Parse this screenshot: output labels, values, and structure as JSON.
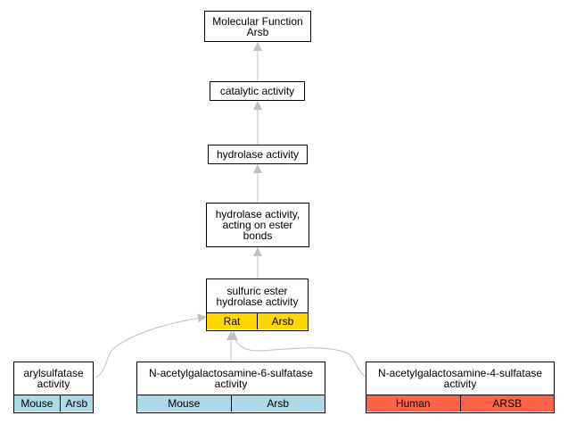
{
  "diagram": {
    "colors": {
      "edge": "#c0c0c0",
      "rat": "#ffd700",
      "mouse": "#add8e6",
      "human": "#ff6347"
    },
    "nodes": {
      "root": {
        "label": "Molecular Function\nArsb"
      },
      "catalytic": {
        "label": "catalytic activity"
      },
      "hydrolase": {
        "label": "hydrolase activity"
      },
      "ester": {
        "label": "hydrolase activity,\nacting on ester\nbonds"
      },
      "sulfuric": {
        "label": "sulfuric ester\nhydrolase activity",
        "tags": [
          {
            "text": "Rat",
            "color": "#ffd700"
          },
          {
            "text": "Arsb",
            "color": "#ffd700"
          }
        ]
      },
      "arylsulfatase": {
        "label": "arylsulfatase\nactivity",
        "tags": [
          {
            "text": "Mouse",
            "color": "#add8e6"
          },
          {
            "text": "Arsb",
            "color": "#add8e6"
          }
        ]
      },
      "galns": {
        "label": "N-acetylgalactosamine-6-sulfatase\nactivity",
        "tags": [
          {
            "text": "Mouse",
            "color": "#add8e6"
          },
          {
            "text": "Arsb",
            "color": "#add8e6"
          }
        ]
      },
      "arsb4": {
        "label": "N-acetylgalactosamine-4-sulfatase\nactivity",
        "tags": [
          {
            "text": "Human",
            "color": "#ff6347"
          },
          {
            "text": "ARSB",
            "color": "#ff6347"
          }
        ]
      }
    },
    "edges": [
      {
        "from": "catalytic",
        "to": "root"
      },
      {
        "from": "hydrolase",
        "to": "catalytic"
      },
      {
        "from": "ester",
        "to": "hydrolase"
      },
      {
        "from": "sulfuric",
        "to": "ester"
      },
      {
        "from": "arylsulfatase",
        "to": "sulfuric"
      },
      {
        "from": "galns",
        "to": "sulfuric"
      },
      {
        "from": "arsb4",
        "to": "sulfuric"
      }
    ]
  }
}
